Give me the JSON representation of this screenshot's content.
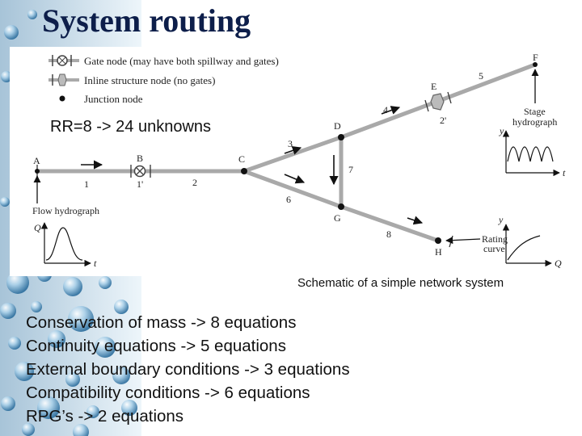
{
  "title": "System routing",
  "legend": {
    "gate_node": "Gate node (may have both spillway and gates)",
    "inline_node": "Inline structure node (no gates)",
    "junction_node": "Junction node"
  },
  "rr_text": "RR=8 -> 24 unknowns",
  "nodes": {
    "A": "A",
    "B": "B",
    "C": "C",
    "D": "D",
    "E": "E",
    "F": "F",
    "G": "G",
    "H": "H"
  },
  "reaches": {
    "r1": "1",
    "r1p": "1'",
    "r2": "2",
    "r2p": "2'",
    "r3": "3",
    "r4": "4",
    "r5": "5",
    "r6": "6",
    "r7": "7",
    "r8": "8"
  },
  "boundary": {
    "flow_hydrograph": "Flow hydrograph",
    "stage_line1": "Stage",
    "stage_line2": "hydrograph",
    "rating_line1": "Rating",
    "rating_line2": "curve"
  },
  "axes": {
    "q": "Q",
    "t": "t",
    "y": "y"
  },
  "caption": "Schematic of a simple network system",
  "bullets": [
    "Conservation of mass -> 8 equations",
    "Continuity equations -> 5 equations",
    "External boundary conditions -> 3 equations",
    "Compatibility conditions -> 6 equations",
    "RPG’s -> 2 equations"
  ],
  "colors": {
    "title": "#0d1e4a",
    "channel": "#a9a9a9",
    "ink": "#111111"
  }
}
